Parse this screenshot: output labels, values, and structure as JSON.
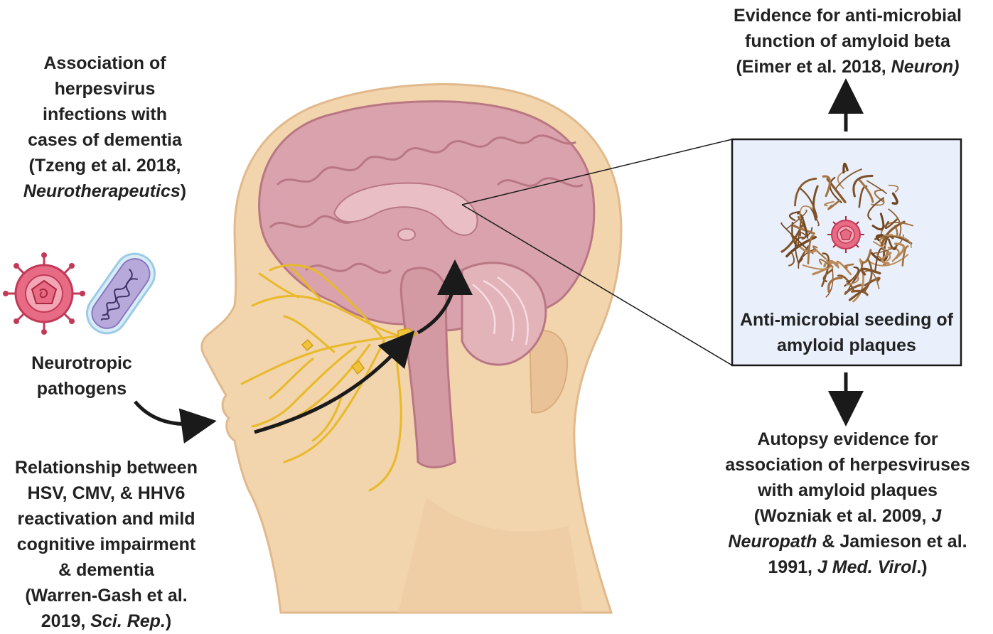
{
  "top_left": {
    "line1": "Association of",
    "line2": "herpesvirus",
    "line3": "infections with",
    "line4": "cases of dementia",
    "line5": "(Tzeng et al. 2018,",
    "journal": "Neurotherapeutics",
    "close": ")"
  },
  "pathogens": {
    "line1": "Neurotropic",
    "line2": "pathogens"
  },
  "bottom_left": {
    "line1": "Relationship between",
    "line2": "HSV, CMV, & HHV6",
    "line3": "reactivation and mild",
    "line4": "cognitive impairment",
    "line5": "& dementia",
    "line6": "(Warren-Gash et al.",
    "line7_pre": "2019, ",
    "journal": "Sci. Rep.",
    "close": ")"
  },
  "top_right": {
    "line1": "Evidence for anti-microbial",
    "line2": "function of amyloid beta",
    "line3_pre": "(Eimer et al. 2018, ",
    "journal": "Neuron)"
  },
  "box": {
    "line1": "Anti-microbial seeding of",
    "line2": "amyloid plaques"
  },
  "bottom_right": {
    "line1": "Autopsy evidence for",
    "line2": "association of herpesviruses",
    "line3": "with amyloid plaques",
    "line4_pre": "(Wozniak et al. 2009, ",
    "line4_j": "J",
    "line5_j": "Neuropath",
    "line5_post": " & Jamieson et al.",
    "line6_pre": "1991, ",
    "line6_j": "J Med. Virol",
    "line6_post": ".)"
  },
  "colors": {
    "skin": "#f2d4ad",
    "skin_shadow": "#e5bf93",
    "brain": "#d9a2ac",
    "brain_dark": "#b97783",
    "nerve": "#e8b928",
    "box_bg": "#eaf0fb",
    "plaque": "#9a6b3c",
    "virus": "#d94a66",
    "bacteria": "#b8a9db"
  }
}
